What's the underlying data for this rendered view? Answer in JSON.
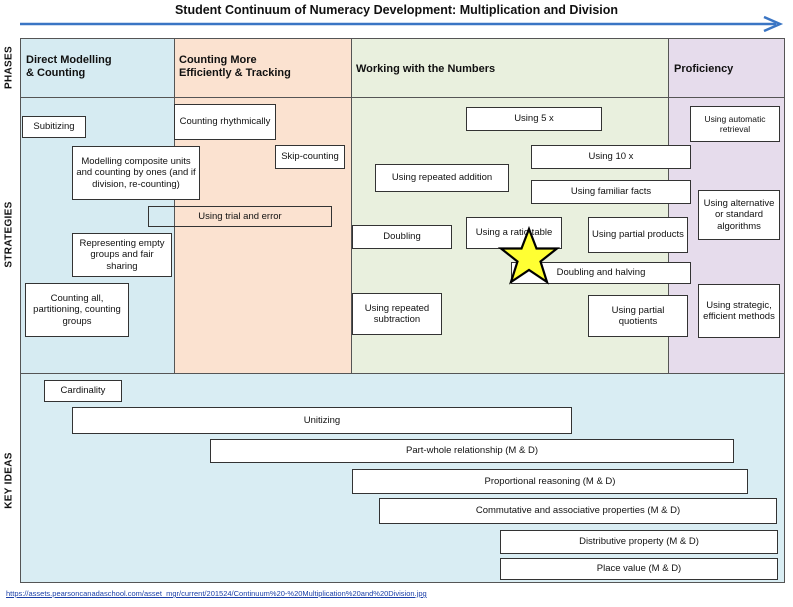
{
  "title": "Student Continuum of Numeracy Development: Multiplication and Division",
  "side_labels": {
    "phases": "PHASES",
    "strategies": "STRATEGIES",
    "key_ideas": "KEY IDEAS"
  },
  "phases": [
    {
      "label_line1": "Direct Modelling",
      "label_line2": "& Counting"
    },
    {
      "label_line1": "Counting More",
      "label_line2": "Efficiently & Tracking"
    },
    {
      "label_line1": "Working with the Numbers",
      "label_line2": ""
    },
    {
      "label_line1": "Proficiency",
      "label_line2": ""
    }
  ],
  "strategies": {
    "subitizing": "Subitizing",
    "modelling_composite": "Modelling composite units and counting by ones (and if division, re-counting)",
    "representing_empty": "Representing empty groups and fair sharing",
    "counting_all": "Counting all, partitioning, counting groups",
    "counting_rhythmically": "Counting rhythmically",
    "skip_counting": "Skip-counting",
    "trial_error": "Using trial and error",
    "using_5x": "Using 5 x",
    "using_10x": "Using 10 x",
    "repeated_addition": "Using repeated addition",
    "familiar_facts": "Using familiar facts",
    "doubling": "Doubling",
    "ratio_table": "Using a ratio table",
    "partial_products": "Using partial products",
    "doubling_halving": "Doubling and halving",
    "repeated_subtraction": "Using repeated subtraction",
    "partial_quotients": "Using partial quotients",
    "automatic_retrieval": "Using automatic retrieval",
    "alt_algorithms": "Using alternative or standard algorithms",
    "strategic_methods": "Using strategic, efficient methods"
  },
  "key_ideas": {
    "cardinality": "Cardinality",
    "unitizing": "Unitizing",
    "part_whole": "Part-whole relationship (M & D)",
    "proportional": "Proportional reasoning (M & D)",
    "commutative": "Commutative and associative properties (M & D)",
    "distributive": "Distributive property (M & D)",
    "place_value": "Place value (M & D)"
  },
  "source_url": "https://assets.pearsoncanadaschool.com/asset_mgr/current/201524/Continuum%20-%20Multiplication%20and%20Division.jpg",
  "colors": {
    "arrow": "#3a75c4",
    "phase1": "#d6ebf2",
    "phase2": "#fbe2d0",
    "phase3": "#e9f0de",
    "phase4": "#e6dcec",
    "key_ideas_bg": "#d9edf3",
    "star_fill": "#ffff33"
  },
  "icons": {
    "progress_arrow": "arrow-right-icon",
    "marker": "star-icon"
  }
}
